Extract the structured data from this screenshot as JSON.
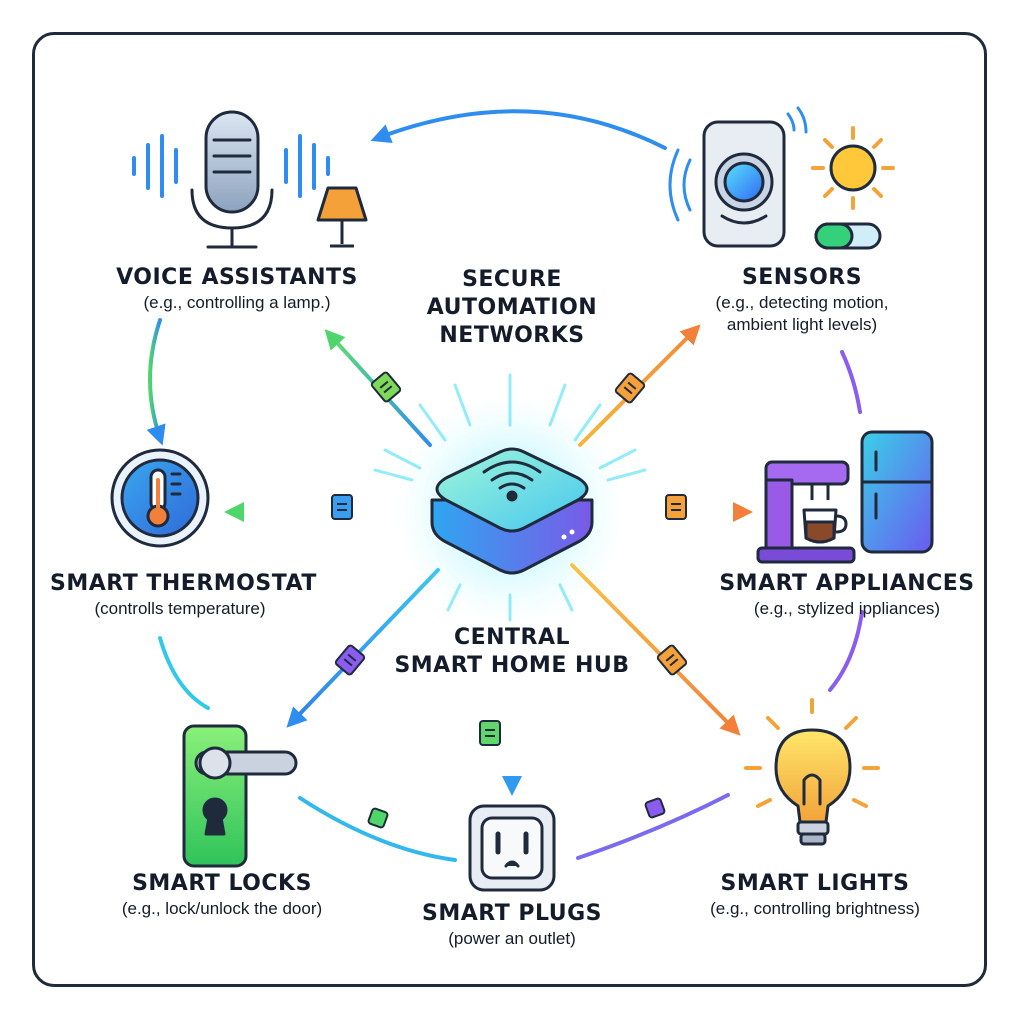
{
  "center": {
    "title_line1": "CENTRAL",
    "title_line2": "SMART HOME HUB"
  },
  "network": {
    "line1": "SECURE",
    "line2": "AUTOMATION",
    "line3": "NETWORKS"
  },
  "devices": {
    "voice": {
      "title": "VOICE ASSISTANTS",
      "subtitle": "(e.g., controlling a lamp.)"
    },
    "sensors": {
      "title": "SENSORS",
      "subtitle_line1": "(e.g., detecting motion,",
      "subtitle_line2": "ambient light levels)"
    },
    "thermostat": {
      "title": "SMART THERMOSTAT",
      "subtitle": "(controlls temperature)"
    },
    "appliances": {
      "title": "SMART APPLIANCES",
      "subtitle": "(e.g., stylized ippliances)"
    },
    "locks": {
      "title": "SMART LOCKS",
      "subtitle": "(e.g., lock/unlock the door)"
    },
    "plugs": {
      "title": "SMART PLUGS",
      "subtitle": "(power an outlet)"
    },
    "lights": {
      "title": "SMART LIGHTS",
      "subtitle": "(e.g., controlling brightness)"
    }
  },
  "icons": {
    "hub": "wifi-router-icon",
    "voice": "microphone-icon",
    "lamp": "lamp-icon",
    "sensor": "motion-sensor-icon",
    "sun": "sun-icon",
    "toggle": "toggle-icon",
    "thermostat": "thermometer-icon",
    "coffee": "coffee-maker-icon",
    "fridge": "fridge-icon",
    "lock": "door-lock-icon",
    "plug": "power-outlet-icon",
    "bulb": "light-bulb-icon",
    "packet": "data-packet-icon"
  },
  "colors": {
    "border": "#1f2a3c",
    "text": "#141b2a",
    "blue": "#2f8df0",
    "green": "#4fd66a",
    "orange": "#f2923a",
    "purple": "#8a5cf0",
    "cyan": "#32c9e8"
  }
}
